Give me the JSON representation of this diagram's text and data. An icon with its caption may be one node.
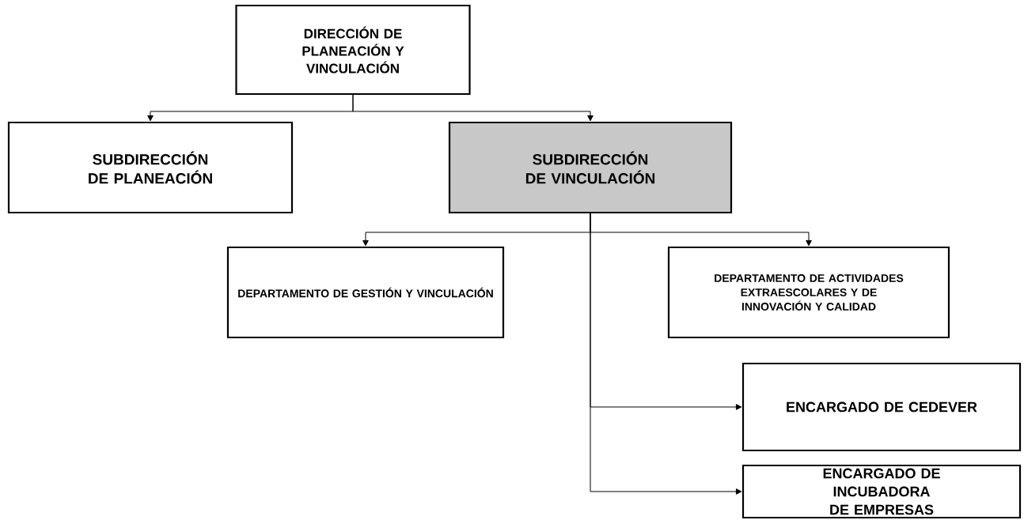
{
  "diagram": {
    "nodes": [
      {
        "text": [
          "DIRECCIÓN DE PLANEACIÓN Y VINCULACIÓN"
        ]
      },
      {
        "text": [
          "SUBDIRECCIÓN DE PLANEACIÓN"
        ]
      },
      {
        "text": [
          "SUBDIRECCIÓN DE VINCULACIÓN"
        ]
      },
      {
        "text": [
          "DEPARTAMENTO DE GESTIÓN Y VINCULACIÓN"
        ]
      },
      {
        "text": [
          "DEPARTAMENTO DE ACTIVIDADES EXTRAESCOLARES Y DE INNOVACIÓN Y CALIDAD"
        ]
      },
      {
        "text": [
          "ENCARGADO DE CEDEVER"
        ]
      },
      {
        "text": [
          "ENCARGADO DE INCUBADORA DE EMPRESAS"
        ]
      }
    ],
    "edges": [
      {
        "from": 0,
        "to": 1,
        "arrow": "to"
      },
      {
        "from": 0,
        "to": 2,
        "arrow": "to"
      },
      {
        "from": 2,
        "to": 3,
        "arrow": "to"
      },
      {
        "from": 2,
        "to": 4,
        "arrow": "to"
      },
      {
        "from": 2,
        "to": 5,
        "arrow": "to"
      },
      {
        "from": 2,
        "to": 6,
        "arrow": "to"
      }
    ]
  }
}
